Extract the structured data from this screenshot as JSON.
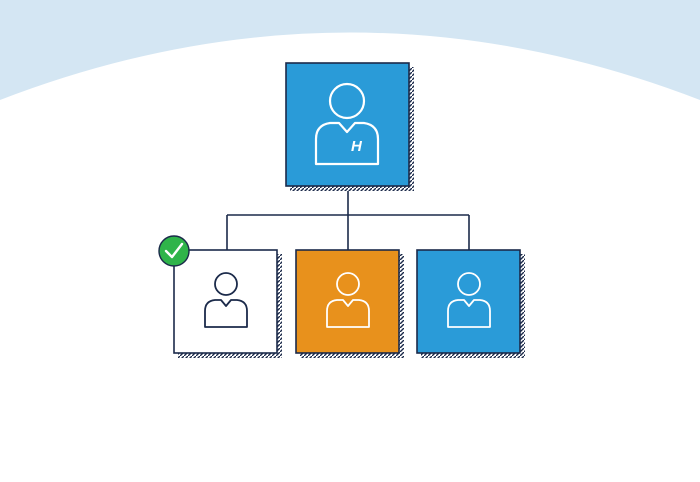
{
  "colors": {
    "background": "#ffffff",
    "sky_arc": "#d4e6f3",
    "blue_fill": "#2a9bd8",
    "orange_fill": "#e8911c",
    "white_fill": "#ffffff",
    "outline": "#1b2a4a",
    "icon_stroke_light": "#ffffff",
    "icon_stroke_dark": "#1b2a4a",
    "check_badge": "#2fb44a",
    "check_mark": "#ffffff",
    "logo_color": "#ffffff"
  },
  "org_chart": {
    "root": {
      "icon": "person-icon",
      "fill": "blue",
      "has_logo": true
    },
    "children": [
      {
        "icon": "person-icon",
        "fill": "white",
        "selected": true
      },
      {
        "icon": "person-icon",
        "fill": "orange",
        "selected": false
      },
      {
        "icon": "person-icon",
        "fill": "blue",
        "selected": false
      }
    ]
  },
  "badge": {
    "icon": "checkmark-icon"
  }
}
